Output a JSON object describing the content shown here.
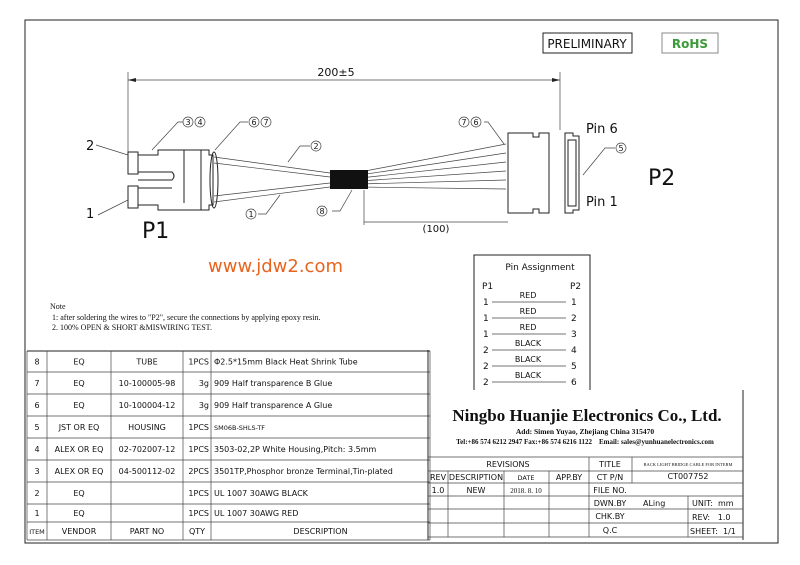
{
  "header": {
    "status": "PRELIMINARY",
    "rohs": "RoHS",
    "rohs_color": "#3a9a3a"
  },
  "drawing": {
    "overall_length": "200±5",
    "breakout_length": "(100)",
    "p1_label": "P1",
    "p2_label": "P2",
    "p1_pin2": "2",
    "p1_pin1": "1",
    "pin6_label": "Pin 6",
    "pin1_label": "Pin 1",
    "callouts": {
      "c34": [
        "3",
        "4"
      ],
      "c67": [
        "6",
        "7"
      ],
      "c76": [
        "7",
        "6"
      ],
      "c2": "2",
      "c1": "1",
      "c8": "8",
      "c5": "5"
    }
  },
  "watermark": {
    "text": "www.jdw2.com",
    "color": "#e8641e"
  },
  "pin_assignment": {
    "title": "Pin Assignment",
    "p1_header": "P1",
    "p2_header": "P2",
    "rows": [
      {
        "p1": "1",
        "color": "RED",
        "p2": "1"
      },
      {
        "p1": "1",
        "color": "RED",
        "p2": "2"
      },
      {
        "p1": "1",
        "color": "RED",
        "p2": "3"
      },
      {
        "p1": "2",
        "color": "BLACK",
        "p2": "4"
      },
      {
        "p1": "2",
        "color": "BLACK",
        "p2": "5"
      },
      {
        "p1": "2",
        "color": "BLACK",
        "p2": "6"
      }
    ]
  },
  "notes": {
    "title": "Note",
    "items": [
      "1: after soldering the wires to \"P2\", secure the connections by applying epoxy resin.",
      "2. 100% OPEN & SHORT &MISWIRING TEST."
    ]
  },
  "bom": {
    "headers": [
      "ITEM",
      "VENDOR",
      "PART NO",
      "QTY",
      "DESCRIPTION"
    ],
    "rows": [
      [
        "8",
        "EQ",
        "TUBE",
        "1PCS",
        "Φ2.5*15mm Black Heat Shrink Tube"
      ],
      [
        "7",
        "EQ",
        "10-100005-98",
        "3g",
        "909 Half transparence B Glue"
      ],
      [
        "6",
        "EQ",
        "10-100004-12",
        "3g",
        "909 Half transparence A Glue"
      ],
      [
        "5",
        "JST OR EQ",
        "HOUSING",
        "1PCS",
        "SM06B-SHLS-TF"
      ],
      [
        "4",
        "ALEX OR EQ",
        "02-702007-12",
        "1PCS",
        "3503-02,2P White Housing,Pitch: 3.5mm"
      ],
      [
        "3",
        "ALEX OR EQ",
        "04-500112-02",
        "2PCS",
        "3501TP,Phosphor bronze Terminal,Tin-plated"
      ],
      [
        "2",
        "EQ",
        "",
        "1PCS",
        "UL 1007 30AWG BLACK"
      ],
      [
        "1",
        "EQ",
        "",
        "1PCS",
        "UL 1007 30AWG RED"
      ]
    ]
  },
  "title_block": {
    "company": "Ningbo Huanjie Electronics Co., Ltd.",
    "address": "Add: Simen Yuyao, Zhejiang China 315470",
    "contact": "Tel:+86 574 6212 2947 Fax:+86 574 6216 1122    Email: sales@yunhuanelectronics.com",
    "revisions_label": "REVISIONS",
    "rev_headers": [
      "REV",
      "DESCRIPTION",
      "DATE",
      "APP.BY"
    ],
    "rev_rows": [
      [
        "1.0",
        "NEW",
        "2018. 8. 10",
        ""
      ]
    ],
    "title_label": "TITLE",
    "title_value": "BACK LIGHT BRIDGE CABLE FOR INTERM",
    "ctpn_label": "CT P/N",
    "ctpn_value": "CT007752",
    "file_label": "FILE NO.",
    "file_value": "",
    "dwn_label": "DWN.BY",
    "dwn_value": "ALing",
    "chk_label": "CHK.BY",
    "qc_label": "Q.C",
    "unit": "UNIT:  mm",
    "rev": "REV:   1.0",
    "sheet": "SHEET:  1/1"
  }
}
